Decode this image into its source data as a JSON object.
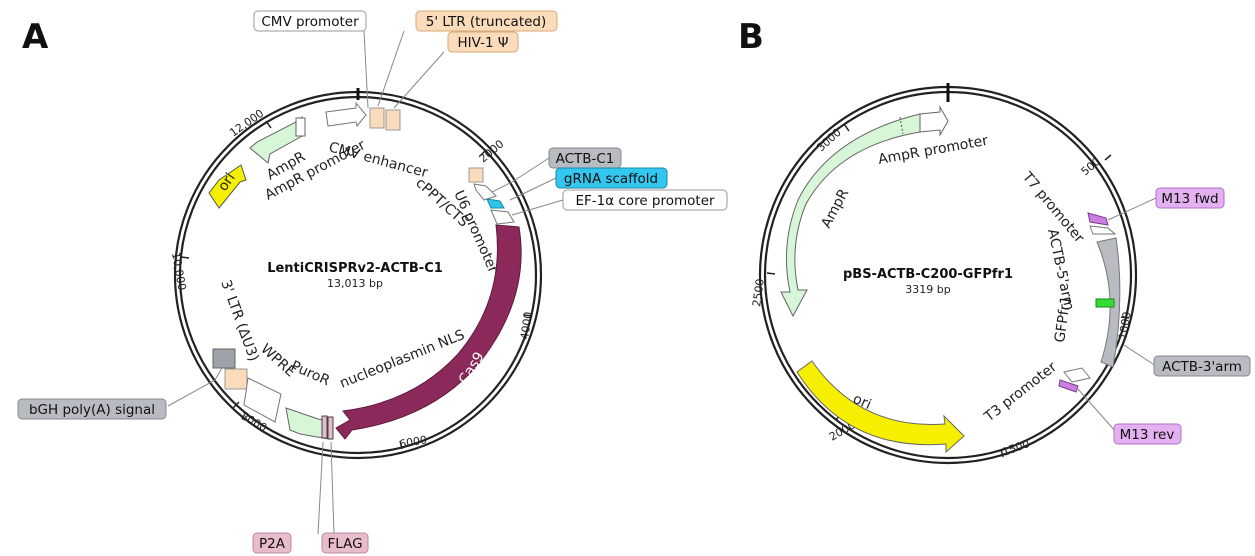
{
  "panels": {
    "a": {
      "letter": "A",
      "name": "LentiCRISPRv2-ACTB-C1",
      "size": "13,013 bp",
      "ticks": [
        "2000",
        "4000",
        "6000",
        "8000",
        "10,000",
        "12,000"
      ],
      "feature_labels": {
        "cmv_enhancer": "CMV enhancer",
        "cppt": "cPPT/CTS",
        "u6": "U6 promoter",
        "ampr": "AmpR",
        "ampr_promoter": "AmpR promoter",
        "ori": "ori",
        "ltr3": "3' LTR (ΔU3)",
        "wpre": "WPRE",
        "puror": "PuroR",
        "nls": "nucleoplasmin NLS",
        "cas9": "Cas9"
      },
      "callouts": {
        "cmv_promoter": "CMV promoter",
        "ltr5": "5' LTR (truncated)",
        "hiv": "HIV-1 Ψ",
        "actb_c1": "ACTB-C1",
        "grna": "gRNA scaffold",
        "ef1a": "EF-1α core promoter",
        "bgh": "bGH poly(A) signal",
        "p2a": "P2A",
        "flag": "FLAG"
      }
    },
    "b": {
      "letter": "B",
      "name": "pBS-ACTB-C200-GFPfr1",
      "size": "3319 bp",
      "ticks": [
        "500",
        "1000",
        "1500",
        "2000",
        "2500",
        "3000"
      ],
      "feature_labels": {
        "ampr_promoter": "AmpR promoter",
        "ampr": "AmpR",
        "ori": "ori",
        "t7": "T7 promoter",
        "actb5": "ACTB-5'arm",
        "gfp": "GFPfr1",
        "t3": "T3 promoter"
      },
      "callouts": {
        "m13fwd": "M13 fwd",
        "actb3": "ACTB-3'arm",
        "m13rev": "M13 rev"
      }
    }
  },
  "colors": {
    "cas9": "#8b2a5a",
    "ori": "#f7ef00",
    "ampr": "#d7f5d7",
    "ltr": "#fbdcba",
    "ltr_gray": "#9ea3ab",
    "grna": "#2ec5e8",
    "grna_box": "#33c6ee",
    "actb_gray": "#b8bcc2",
    "m13": "#cc7fe0",
    "m13_box": "#e3b1f0",
    "gfp": "#33dd33",
    "pink_box": "#e8bccc",
    "peach_box": "#fbdcba"
  }
}
